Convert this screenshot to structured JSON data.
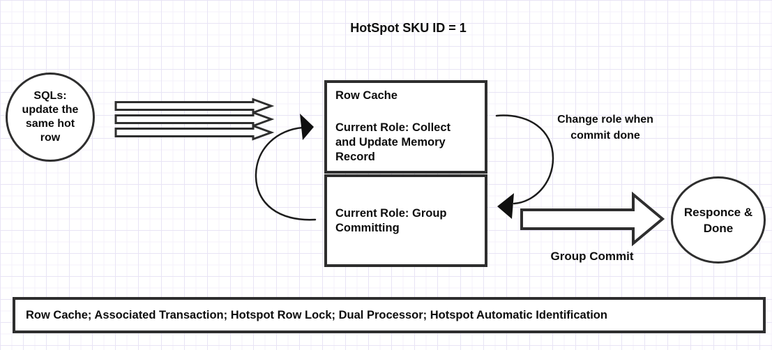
{
  "title": "HotSpot SKU ID = 1",
  "left_circle": {
    "label": "SQLs:\nupdate the\nsame hot\nrow"
  },
  "cache_box": {
    "top": {
      "title": "Row Cache",
      "role": "Current Role: Collect\nand Update Memory\nRecord"
    },
    "bottom": {
      "role": "Current Role: Group\nCommitting"
    }
  },
  "labels": {
    "change_role": "Change role when\ncommit done",
    "group_commit": "Group Commit"
  },
  "right_circle": {
    "label": "Responce &\nDone"
  },
  "footer": {
    "text": "Row Cache; Associated Transaction; Hotspot Row Lock; Dual Processor; Hotspot Automatic Identification"
  },
  "icons": {
    "parallel_sql_arrows": "three-hollow-right-arrows",
    "role_switch_left_curve": "curved-arrow-pointing-right",
    "change_role_right_curve": "curved-arrow-pointing-left",
    "group_commit_arrow": "large-hollow-right-arrow"
  },
  "colors": {
    "stroke": "#2e2e2e",
    "text": "#0d0d0d",
    "background": "#ffffff",
    "grid_minor": "#f4f2fb",
    "grid_major": "#e8e4f5"
  }
}
